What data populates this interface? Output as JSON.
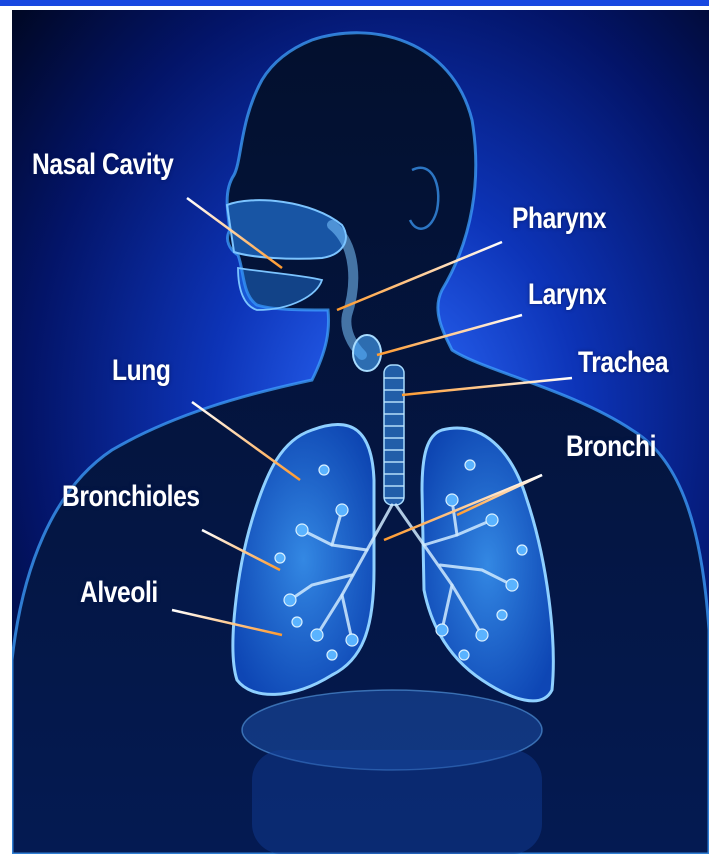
{
  "labels": {
    "nasal_cavity": "Nasal Cavity",
    "pharynx": "Pharynx",
    "larynx": "Larynx",
    "trachea": "Trachea",
    "lung": "Lung",
    "bronchi": "Bronchi",
    "bronchioles": "Bronchioles",
    "alveoli": "Alveoli"
  },
  "colors": {
    "top_strip": "#1848e0",
    "background_deep": "#00081f",
    "background_glow": "#1f5cff",
    "body_outline": "#3fa0ff",
    "organ_fill": "#2a8cff",
    "leader_line_start": "#ffffff",
    "leader_line_end": "#ff9a2e",
    "label_text": "#ffffff"
  }
}
